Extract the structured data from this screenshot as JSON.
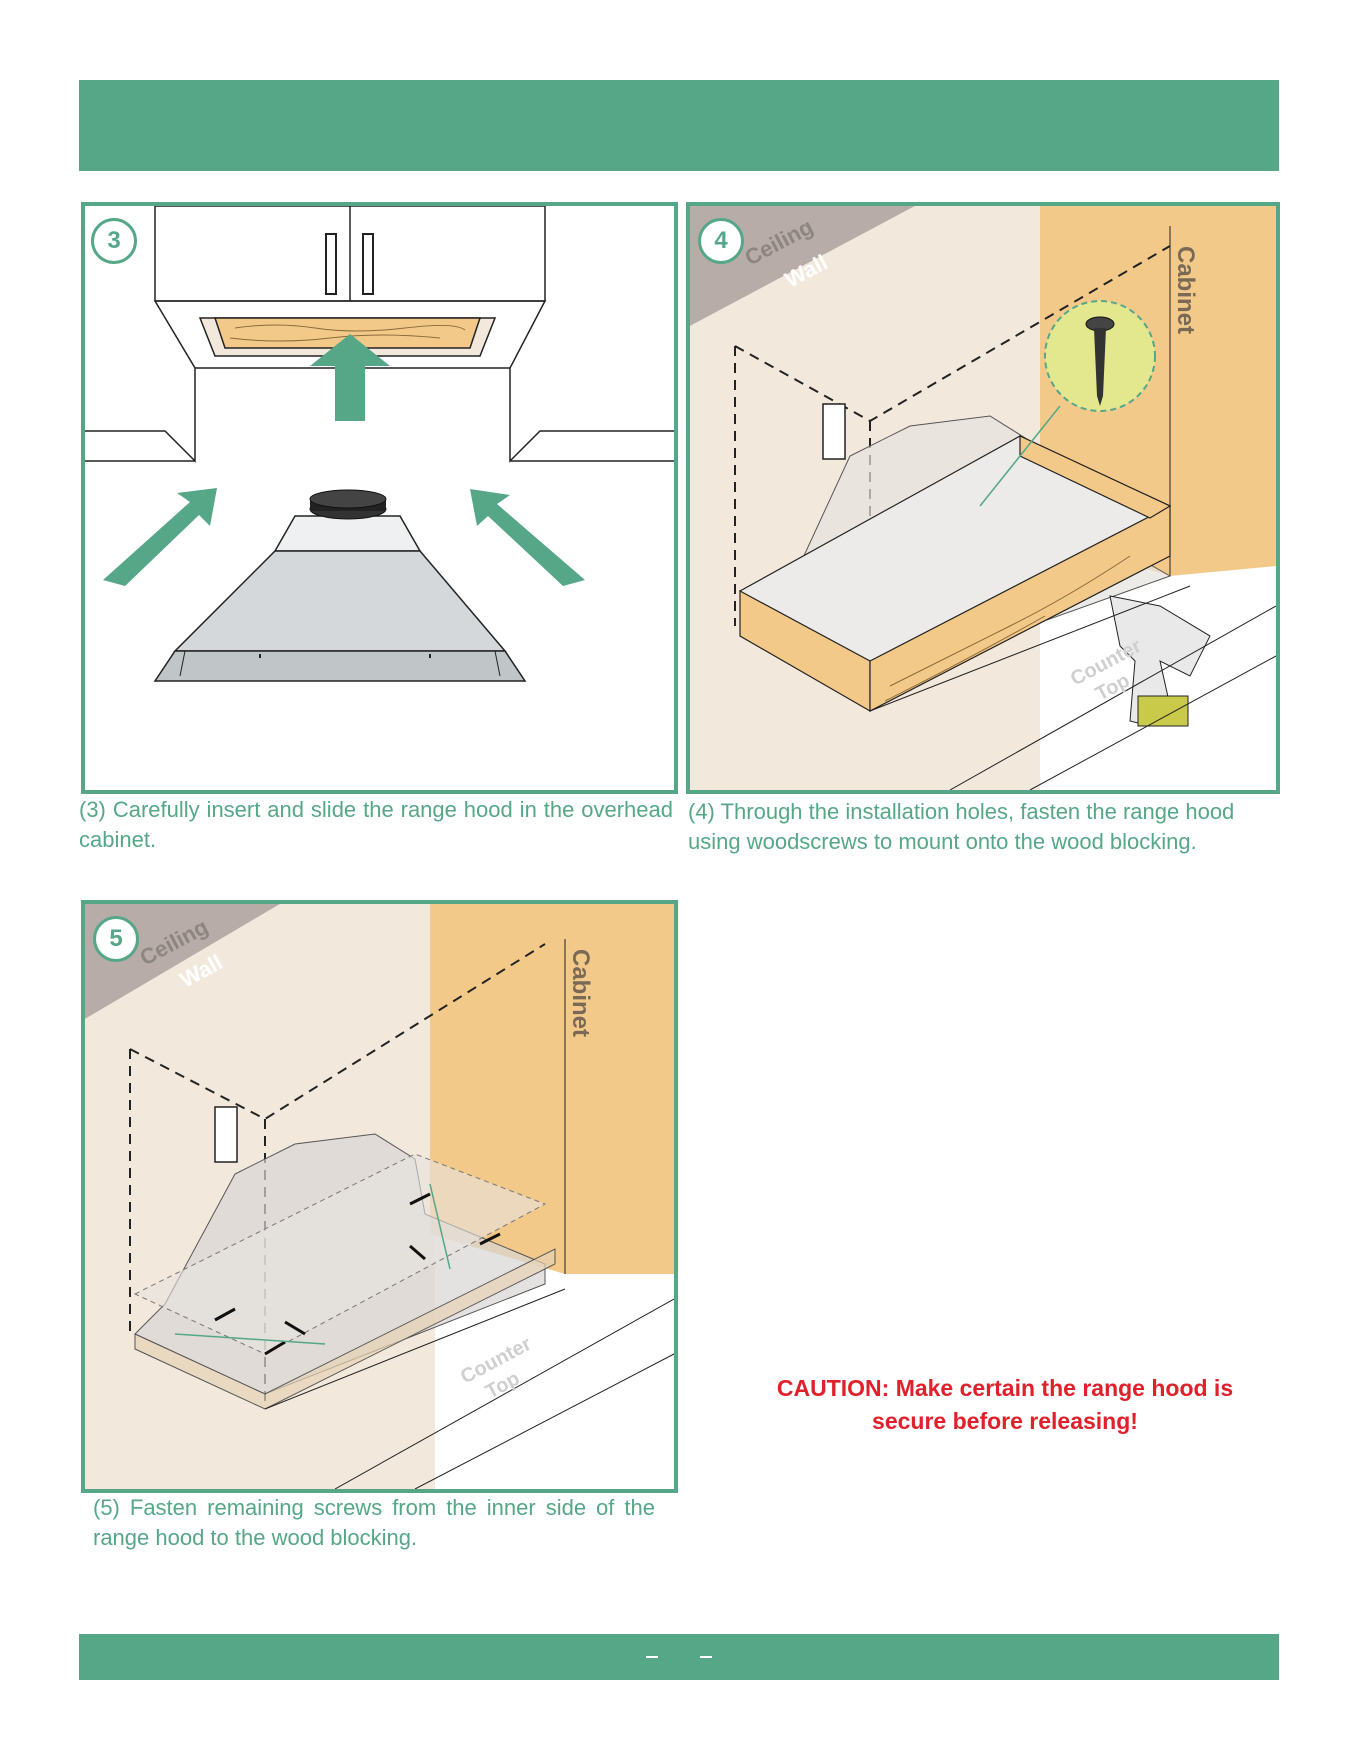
{
  "steps": [
    {
      "number": "3",
      "caption": "(3) Carefully insert and slide the range hood in the overhead cabinet."
    },
    {
      "number": "4",
      "caption": "(4) Through the installation holes, fasten  the range hood using  woodscrews to mount onto the wood blocking."
    },
    {
      "number": "5",
      "caption": "(5) Fasten remaining screws from the inner side of the range hood to the wood blocking."
    }
  ],
  "labels": {
    "ceiling": "Ceiling",
    "wall": "Wall",
    "cabinet": "Cabinet",
    "counter": "Counter",
    "top": "Top"
  },
  "caution": {
    "line1": "CAUTION: Make certain the range hood is",
    "line2": "secure before releasing!"
  },
  "colors": {
    "accent": "#55a787",
    "caution": "#e0202a",
    "wood": "#f3c98a",
    "wall": "#f3e8dc",
    "ceiling": "#b7aca7"
  }
}
